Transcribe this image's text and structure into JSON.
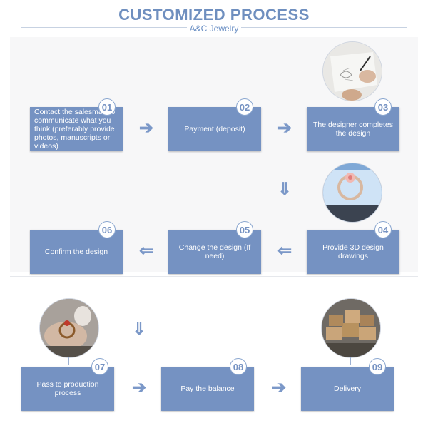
{
  "header": {
    "title": "CUSTOMIZED PROCESS",
    "subtitle": "A&C Jewelry"
  },
  "steps": [
    {
      "number": "01",
      "label": "Contact the salesman to communicate what you think (preferably provide photos, manuscripts or videos)"
    },
    {
      "number": "02",
      "label": "Payment (deposit)"
    },
    {
      "number": "03",
      "label": "The designer completes the design"
    },
    {
      "number": "04",
      "label": "Provide 3D design drawings"
    },
    {
      "number": "05",
      "label": "Change the design (If need)"
    },
    {
      "number": "06",
      "label": "Confirm the design"
    },
    {
      "number": "07",
      "label": "Pass to production process"
    },
    {
      "number": "08",
      "label": "Pay the balance"
    },
    {
      "number": "09",
      "label": "Delivery"
    }
  ],
  "arrows": {
    "right": "➔",
    "left": "⇐",
    "down": "⇓"
  },
  "photos": [
    {
      "step": "03",
      "subject": "designer sketching by hand"
    },
    {
      "step": "04",
      "subject": "3D ring rendering on monitor"
    },
    {
      "step": "07",
      "subject": "ring held in hand during production"
    },
    {
      "step": "09",
      "subject": "stacked shipping cartons"
    }
  ],
  "colors": {
    "accent": "#7592c2",
    "title": "#6f8fbf",
    "arrow": "#7b98c8"
  }
}
